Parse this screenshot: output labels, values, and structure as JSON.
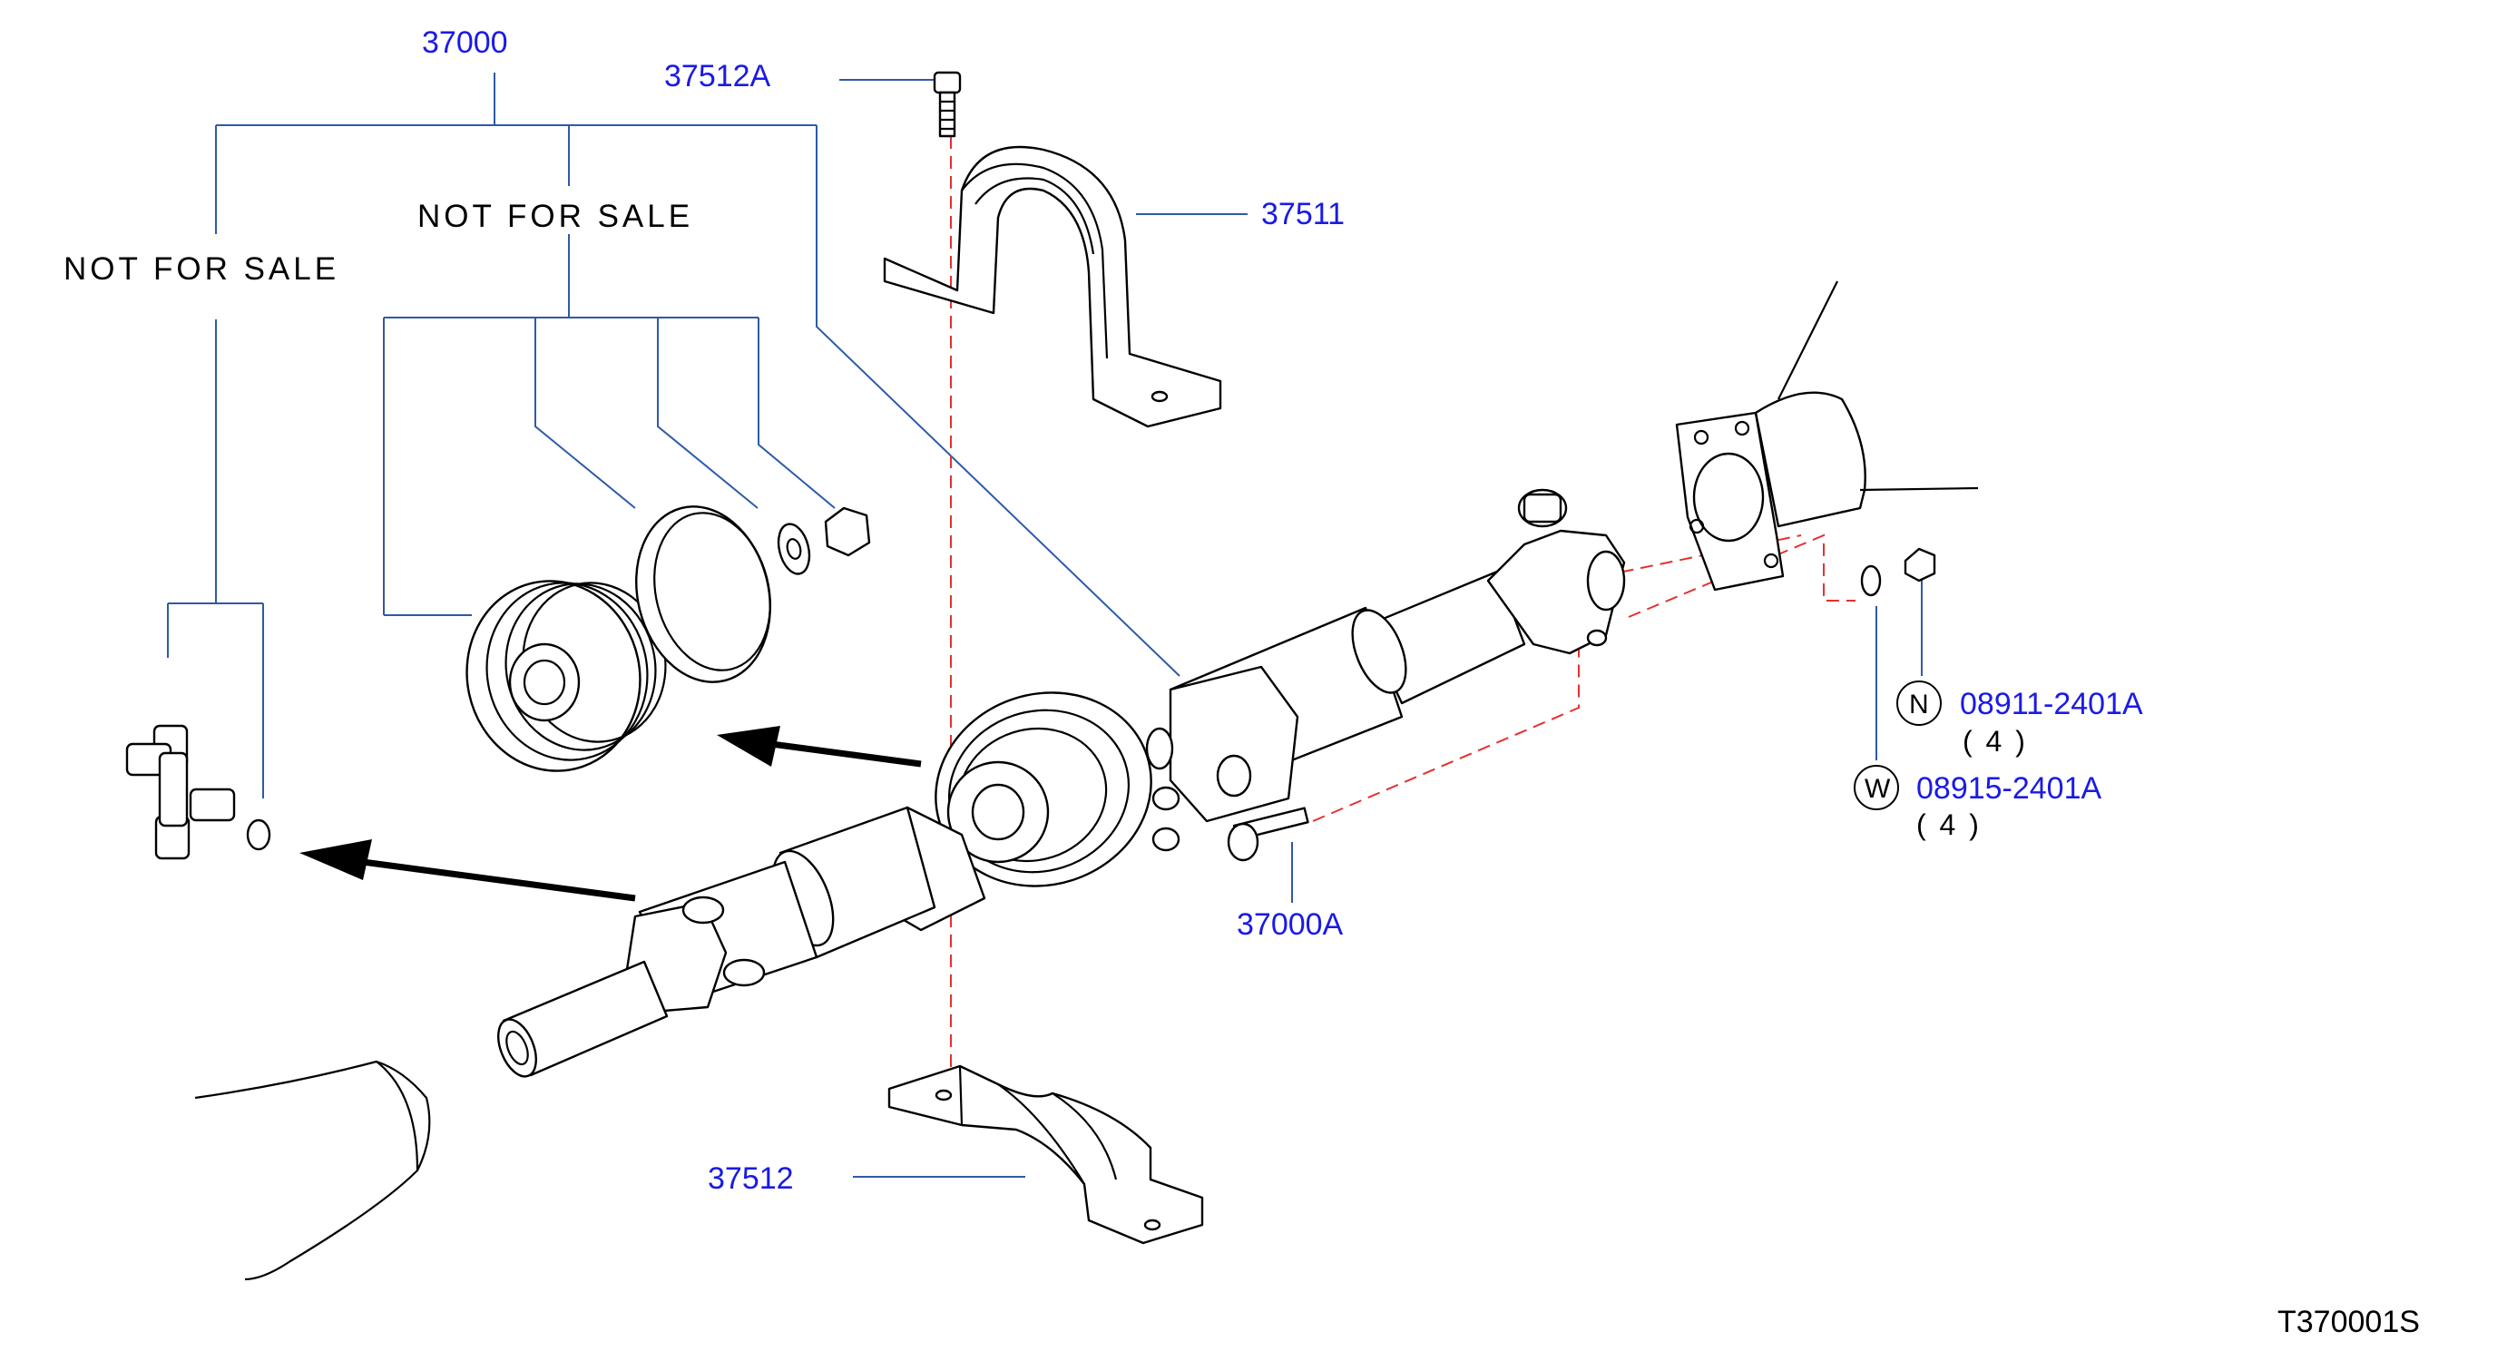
{
  "diagram": {
    "part_labels": {
      "propeller_shaft": "37000",
      "bolt": "37512A",
      "upper_bracket": "37511",
      "lower_bracket": "37512",
      "flange_bolt": "37000A"
    },
    "notes": {
      "not_for_sale_left": "NOT FOR SALE",
      "not_for_sale_center": "NOT FOR SALE"
    },
    "fasteners": {
      "nut": {
        "symbol": "N",
        "part_no": "08911-2401A",
        "quantity": "( 4 )"
      },
      "washer": {
        "symbol": "W",
        "part_no": "08915-2401A",
        "quantity": "( 4 )"
      }
    },
    "figure_code": "T370001S",
    "colors": {
      "part_number_text": "#1a1ae6",
      "leader_lines": "#2e5aa8",
      "hidden_line": "#e53030",
      "drawing_ink": "#000000"
    }
  }
}
